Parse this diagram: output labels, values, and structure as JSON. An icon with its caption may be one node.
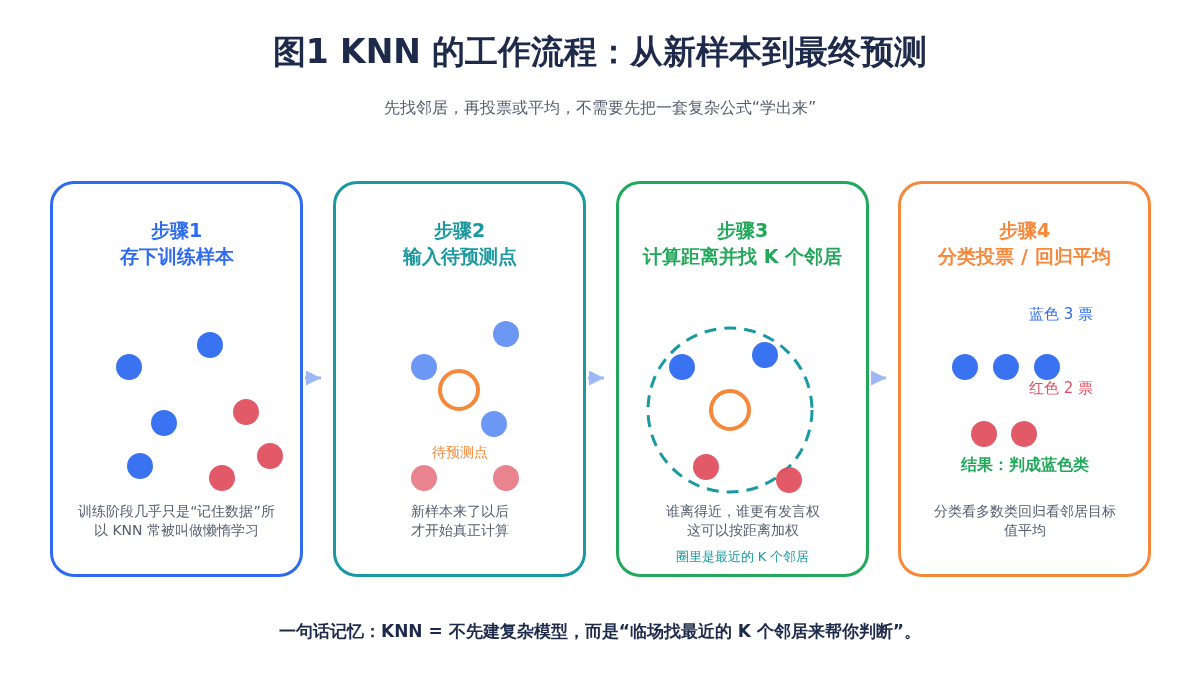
{
  "diagram": {
    "title": "图1  KNN 的工作流程：从新样本到最终预测",
    "caption": "一句话记忆：KNN = 不先建复杂模型，而是“临场找最近的 K 个邻居来帮你判断”。",
    "nodes": [
      {
        "text": [
          "步骤1",
          "存下训练样本",
          "训练阶段几乎只是“记住数据”所以 KNN 常被叫做懒惰学习"
        ]
      },
      {
        "text": [
          "步骤2",
          "输入待预测点",
          "待预测点",
          "新样本来了以后才开始真正计算"
        ]
      },
      {
        "text": [
          "步骤3",
          "计算距离并找 K 个邻居",
          "谁离得近，谁更有发言权这可以按距离加权",
          "圈里是最近的 K 个邻居"
        ]
      },
      {
        "text": [
          "步骤4",
          "分类投票 / 回归平均",
          "蓝色 3 票",
          "红色 2 票",
          "结果：判成蓝色类",
          "分类看多数类回归看邻居目标值平均"
        ]
      }
    ],
    "edges": [
      {
        "from": 0,
        "to": 1,
        "arrow": "to"
      },
      {
        "from": 1,
        "to": 2,
        "arrow": "to"
      },
      {
        "from": 2,
        "to": 3,
        "arrow": "to"
      }
    ],
    "labels": [
      "先找邻居，再投票或平均，不需要先把一套复杂公式“学出来”"
    ]
  }
}
